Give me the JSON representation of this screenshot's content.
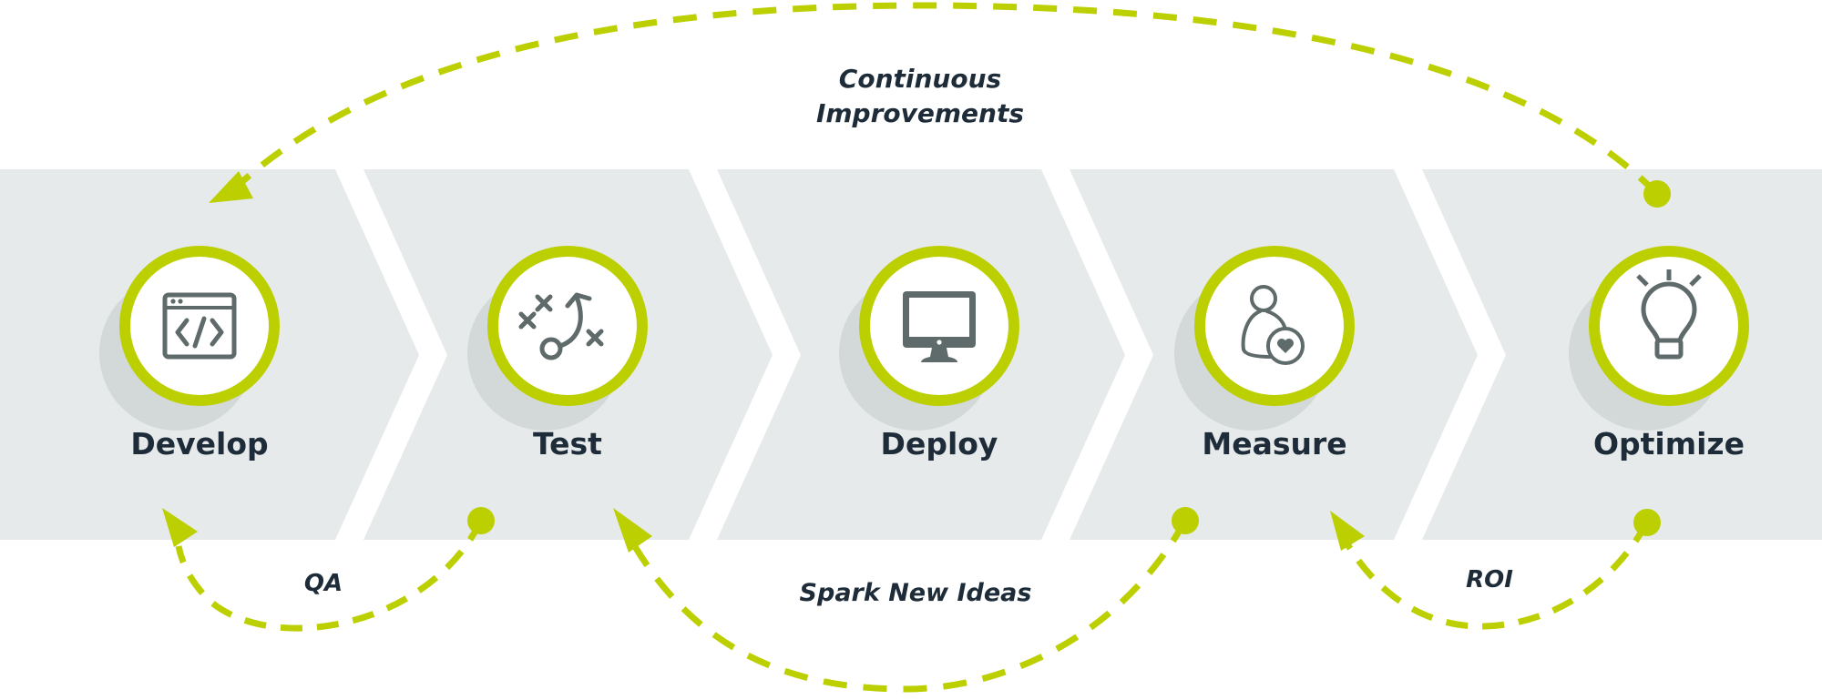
{
  "diagram": {
    "type": "process-flow",
    "colors": {
      "accent": "#bccf00",
      "text": "#1e2b38",
      "band": "#e6eaeb",
      "shadow": "#d3d8d9",
      "icon": "#5f6a6b"
    },
    "steps": [
      {
        "label": "Develop",
        "icon": "code-window-icon"
      },
      {
        "label": "Test",
        "icon": "strategy-play-icon"
      },
      {
        "label": "Deploy",
        "icon": "monitor-icon"
      },
      {
        "label": "Measure",
        "icon": "user-heart-icon"
      },
      {
        "label": "Optimize",
        "icon": "lightbulb-icon"
      }
    ],
    "loops": [
      {
        "label_lines": [
          "Continuous",
          "Improvements"
        ],
        "from": "Optimize",
        "to": "Develop",
        "position": "top"
      },
      {
        "label": "QA",
        "from": "Test",
        "to": "Develop",
        "position": "bottom"
      },
      {
        "label": "Spark New Ideas",
        "from": "Measure",
        "to": "Test",
        "position": "bottom"
      },
      {
        "label": "ROI",
        "from": "Optimize",
        "to": "Measure",
        "position": "bottom"
      }
    ]
  }
}
